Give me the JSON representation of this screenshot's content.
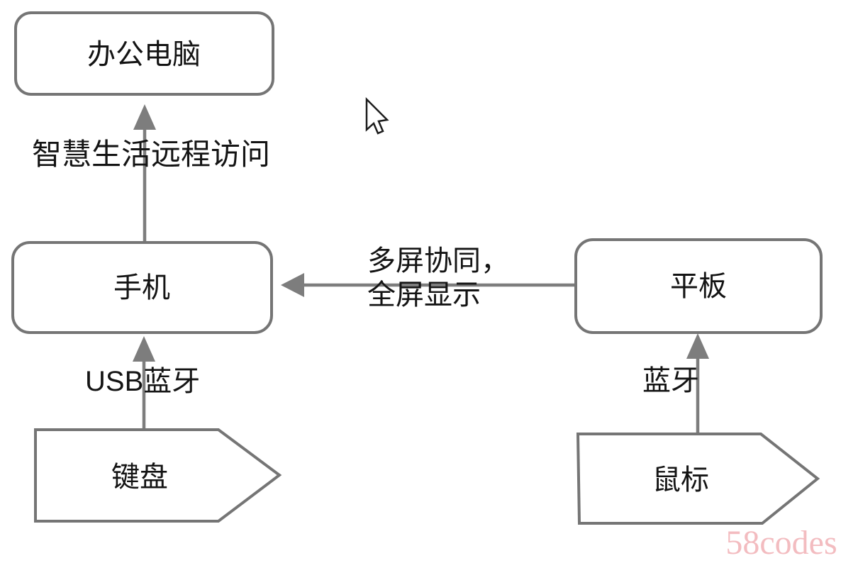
{
  "diagram": {
    "type": "flowchart",
    "colors": {
      "background": "#ffffff",
      "shape_stroke": "#757575",
      "arrow": "#7d7d7d",
      "text": "#141414",
      "watermark": "#f3bcc0"
    },
    "nodes": [
      {
        "id": "office-pc",
        "label": "办公电脑",
        "shape": "rounded-rect"
      },
      {
        "id": "phone",
        "label": "手机",
        "shape": "rounded-rect"
      },
      {
        "id": "tablet",
        "label": "平板",
        "shape": "rounded-rect"
      },
      {
        "id": "keyboard",
        "label": "键盘",
        "shape": "arrow-pentagon"
      },
      {
        "id": "mouse",
        "label": "鼠标",
        "shape": "arrow-pentagon"
      }
    ],
    "edges": [
      {
        "from": "phone",
        "to": "office-pc",
        "label": "智慧生活远程访问"
      },
      {
        "from": "tablet",
        "to": "phone",
        "label": "多屏协同，全屏显示",
        "label_lines": [
          "多屏协同，",
          "全屏显示"
        ]
      },
      {
        "from": "keyboard",
        "to": "phone",
        "label": "USB蓝牙"
      },
      {
        "from": "mouse",
        "to": "tablet",
        "label": "蓝牙"
      }
    ],
    "watermark": "58codes",
    "cursor": "arrow-pointer"
  }
}
